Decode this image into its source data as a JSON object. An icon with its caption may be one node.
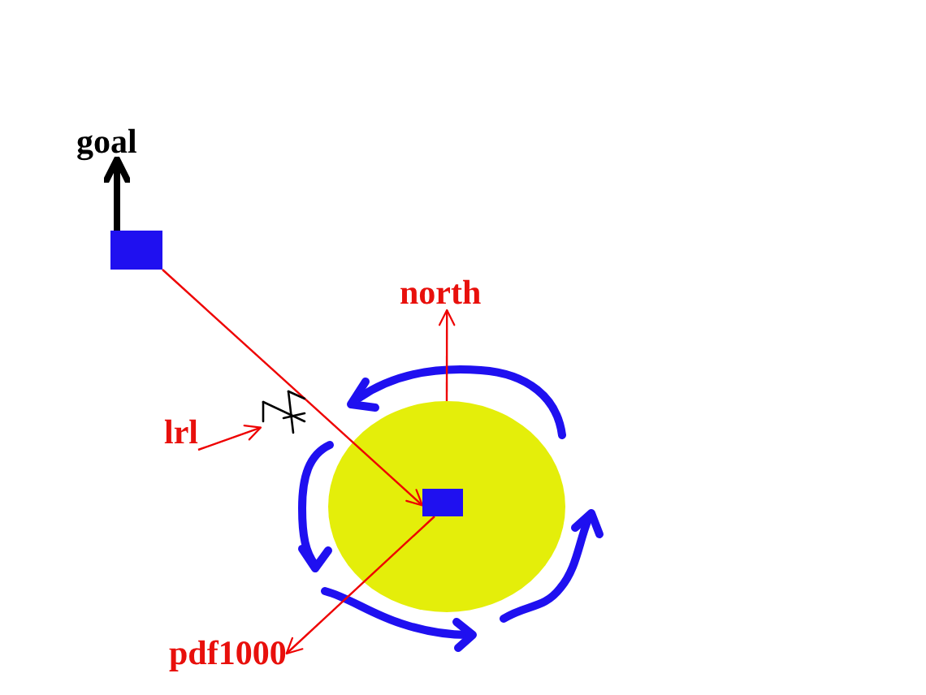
{
  "diagram": {
    "nodes": [
      {
        "text": [
          "goal"
        ]
      },
      {
        "text": [],
        "shape": "box"
      },
      {
        "text": [
          "north"
        ]
      },
      {
        "text": [],
        "shape": "cross"
      },
      {
        "text": [
          "lrl"
        ]
      },
      {
        "text": [],
        "shape": "circle"
      },
      {
        "text": [],
        "shape": "box",
        "in": 5
      },
      {
        "text": [
          "pdf1000"
        ]
      }
    ],
    "edges": [
      {
        "from": 1,
        "to": 0,
        "arrow": "to",
        "style": "thick",
        "color": "#000000"
      },
      {
        "from": 1,
        "to": 6,
        "arrow": "to"
      },
      {
        "from": 5,
        "to": 2,
        "arrow": "to"
      },
      {
        "from": 4,
        "to": 3,
        "arrow": "to"
      },
      {
        "from": 6,
        "to": 7,
        "arrow": "to"
      }
    ]
  }
}
